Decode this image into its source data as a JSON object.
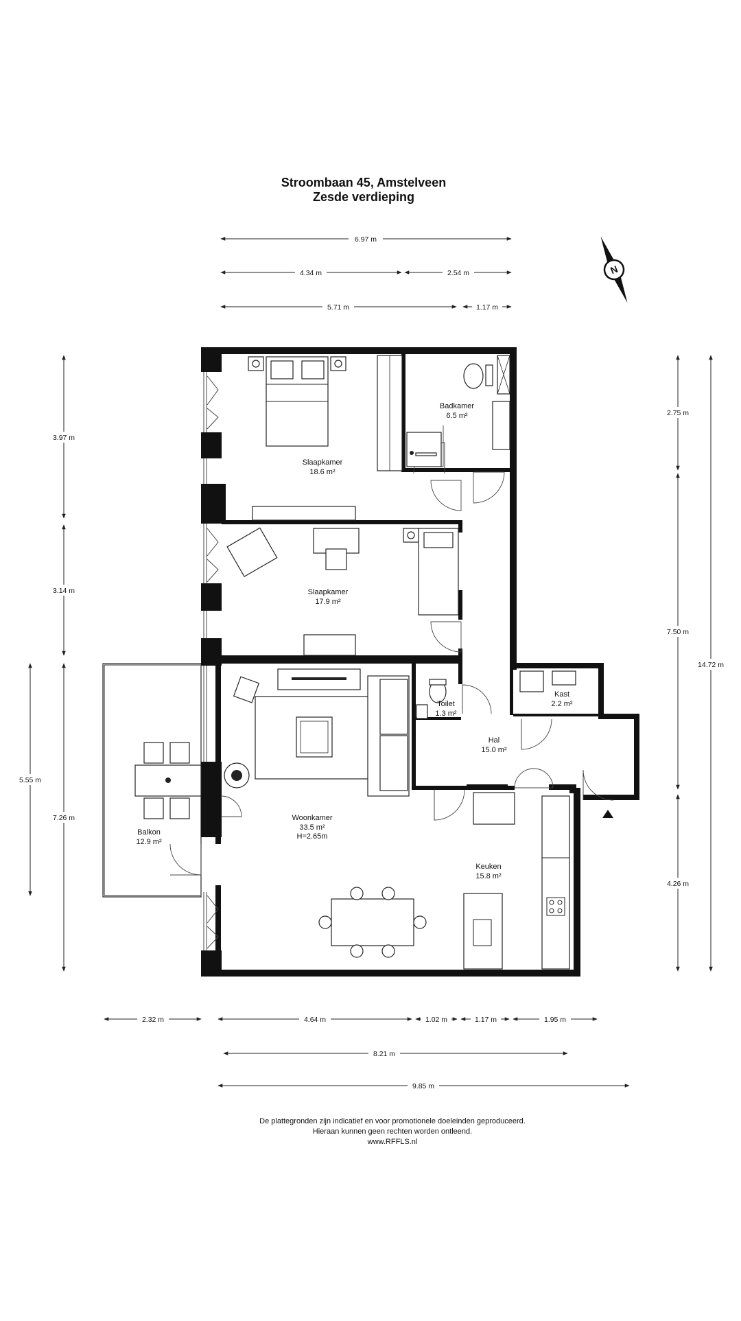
{
  "header": {
    "title_line1": "Stroombaan 45, Amstelveen",
    "title_line2": "Zesde verdieping"
  },
  "compass": {
    "label": "N",
    "icon": "north-arrow-icon"
  },
  "rooms": {
    "bedroom1": {
      "name": "Slaapkamer",
      "area": "18.6 m²"
    },
    "bedroom2": {
      "name": "Slaapkamer",
      "area": "17.9 m²"
    },
    "bathroom": {
      "name": "Badkamer",
      "area": "6.5 m²"
    },
    "toilet": {
      "name": "Toilet",
      "area": "1.3 m²"
    },
    "closet": {
      "name": "Kast",
      "area": "2.2 m²"
    },
    "hall": {
      "name": "Hal",
      "area": "15.0 m²"
    },
    "living": {
      "name": "Woonkamer",
      "area": "33.5 m²",
      "height": "H=2.65m"
    },
    "kitchen": {
      "name": "Keuken",
      "area": "15.8 m²"
    },
    "balcony": {
      "name": "Balkon",
      "area": "12.9 m²"
    }
  },
  "dimensions": {
    "top": [
      "6.97 m",
      "4.34 m",
      "2.54 m",
      "5.71 m",
      "1.17 m"
    ],
    "left": [
      "3.97 m",
      "3.14 m",
      "5.55 m",
      "7.26 m"
    ],
    "right": [
      "2.75 m",
      "7.50 m",
      "14.72 m",
      "4.26 m"
    ],
    "bottom": [
      "2.32 m",
      "4.64 m",
      "1.02 m",
      "1.17 m",
      "1.95 m",
      "8.21 m",
      "9.85 m"
    ]
  },
  "footer": {
    "line1": "De plattegronden zijn indicatief en voor promotionele doeleinden geproduceerd.",
    "line2": "Hieraan kunnen geen rechten worden ontleend.",
    "line3": "www.RFFLS.nl"
  },
  "colors": {
    "wall": "#111111",
    "background": "#ffffff"
  }
}
